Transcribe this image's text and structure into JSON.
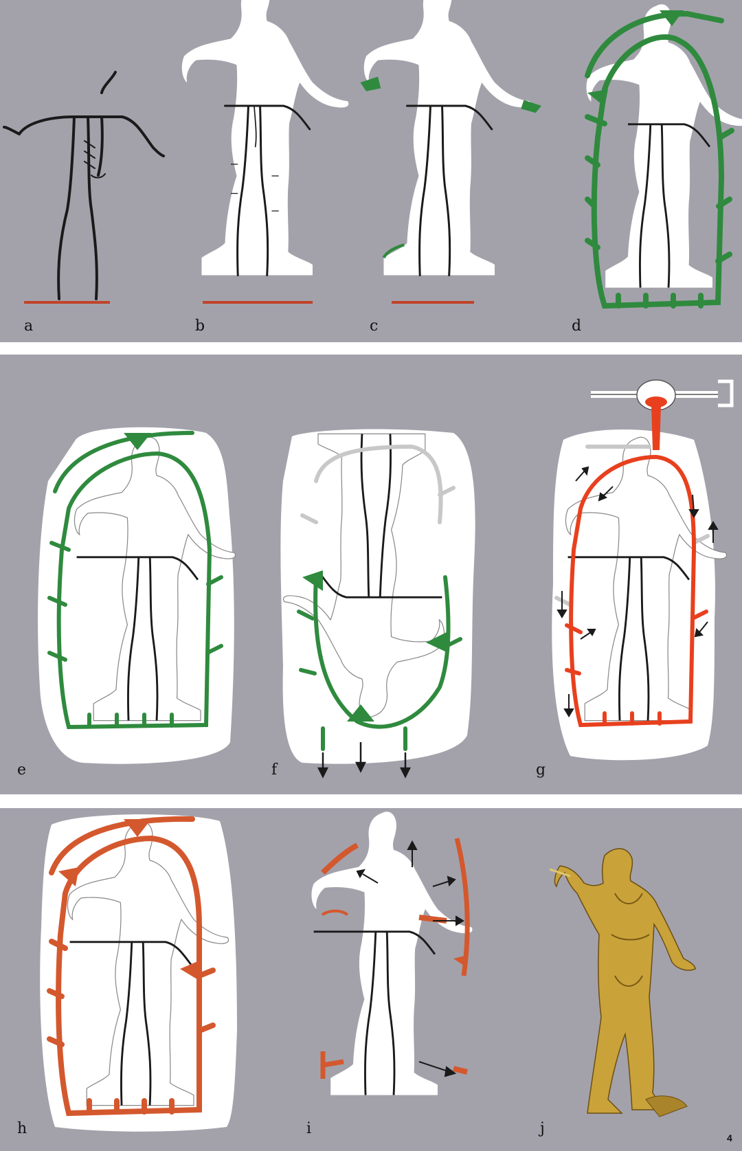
{
  "panels": [
    {
      "id": "a",
      "label": "a"
    },
    {
      "id": "b",
      "label": "b"
    },
    {
      "id": "c",
      "label": "c"
    },
    {
      "id": "d",
      "label": "d"
    },
    {
      "id": "e",
      "label": "e"
    },
    {
      "id": "f",
      "label": "f"
    },
    {
      "id": "g",
      "label": "g"
    },
    {
      "id": "h",
      "label": "h"
    },
    {
      "id": "i",
      "label": "i"
    },
    {
      "id": "j",
      "label": "j"
    }
  ],
  "page_number": "4",
  "colors": {
    "background": "#a3a2ab",
    "armature": "#1a1a1a",
    "wax": "#ffffff",
    "mold": "#2f8a3e",
    "bronze": "#e8401e",
    "cast": "#d4582e",
    "base": "#c0442a",
    "gold": "#c9a23a"
  }
}
